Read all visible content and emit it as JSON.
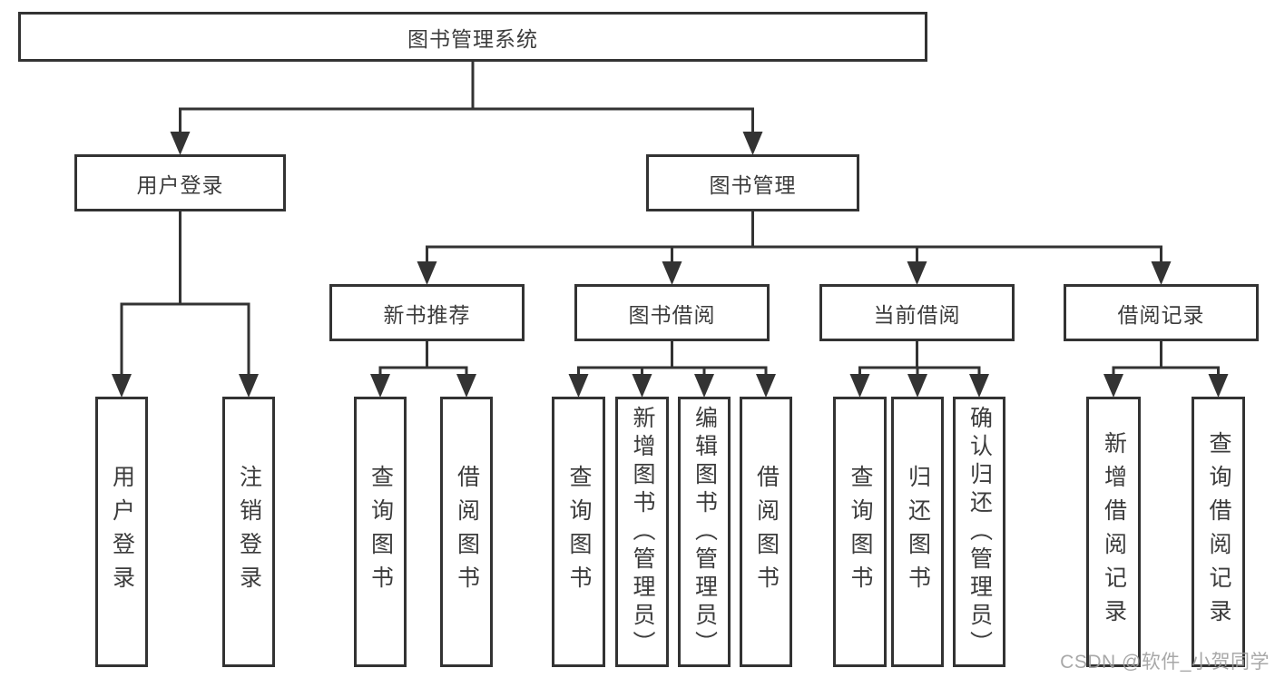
{
  "diagram": {
    "watermark": "CSDN @软件_小贺同学",
    "colors": {
      "line": "#333333",
      "box_border": "#333333",
      "box_fill": "#ffffff",
      "text": "#3c3c3c",
      "watermark": "#9e9e9e"
    },
    "tree": {
      "id": "root",
      "label": "图书管理系统",
      "children": [
        {
          "id": "user-login",
          "label": "用户登录",
          "children": [
            {
              "id": "ul-login",
              "label": "用户登录"
            },
            {
              "id": "ul-logout",
              "label": "注销登录"
            }
          ]
        },
        {
          "id": "book-mgmt",
          "label": "图书管理",
          "children": [
            {
              "id": "new-book-rec",
              "label": "新书推荐",
              "children": [
                {
                  "id": "nb-query",
                  "label": "查询图书"
                },
                {
                  "id": "nb-borrow",
                  "label": "借阅图书"
                }
              ]
            },
            {
              "id": "book-borrow",
              "label": "图书借阅",
              "children": [
                {
                  "id": "bb-query",
                  "label": "查询图书"
                },
                {
                  "id": "bb-add",
                  "label": "新增图书（管理员）"
                },
                {
                  "id": "bb-edit",
                  "label": "编辑图书（管理员）"
                },
                {
                  "id": "bb-borrow",
                  "label": "借阅图书"
                }
              ]
            },
            {
              "id": "current-borrow",
              "label": "当前借阅",
              "children": [
                {
                  "id": "cb-query",
                  "label": "查询图书"
                },
                {
                  "id": "cb-return",
                  "label": "归还图书"
                },
                {
                  "id": "cb-confirm",
                  "label": "确认归还（管理员）"
                }
              ]
            },
            {
              "id": "borrow-records",
              "label": "借阅记录",
              "children": [
                {
                  "id": "br-add",
                  "label": "新增借阅记录"
                },
                {
                  "id": "br-query",
                  "label": "查询借阅记录"
                }
              ]
            }
          ]
        }
      ]
    }
  }
}
